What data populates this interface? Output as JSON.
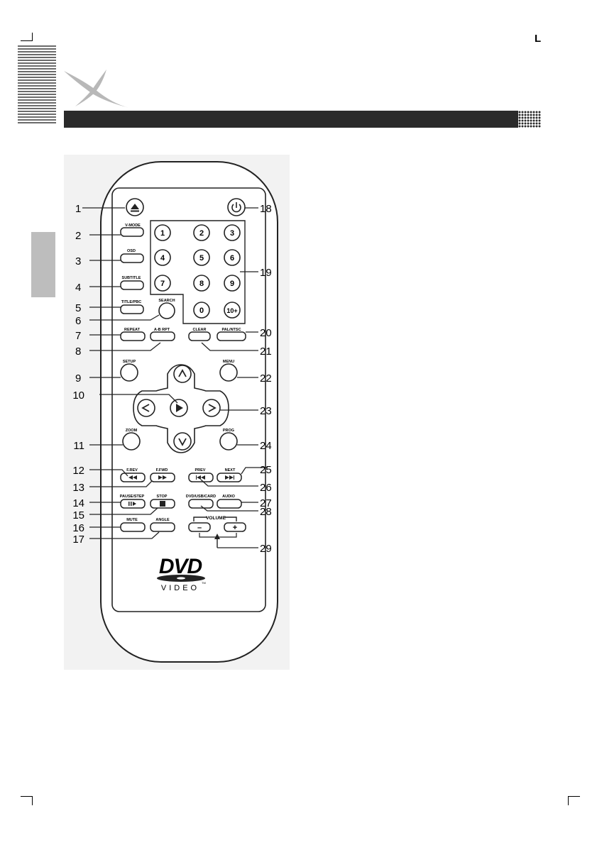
{
  "header": {
    "corner_mark": "L",
    "brand_logo": "X"
  },
  "remote": {
    "buttons": {
      "vmode": "V-MODE",
      "osd": "OSD",
      "subtitle": "SUBTITLE",
      "title_pbc": "TITLE/PBC",
      "search": "SEARCH",
      "repeat": "REPEAT",
      "ab_rpt": "A-B RPT",
      "clear": "CLEAR",
      "pal_ntsc": "PAL/NTSC",
      "setup": "SETUP",
      "menu": "MENU",
      "zoom": "ZOOM",
      "prog": "PROG",
      "frev": "F.REV",
      "ffwd": "F.FWD",
      "prev": "PREV",
      "next": "NEXT",
      "pause_step": "PAUSE/STEP",
      "stop": "STOP",
      "dvd_usb_card": "DVD/USB/CARD",
      "audio": "AUDIO",
      "mute": "MUTE",
      "angle": "ANGLE",
      "volume": "VOLUME",
      "vol_minus": "–",
      "vol_plus": "+"
    },
    "numpad": [
      "1",
      "2",
      "3",
      "4",
      "5",
      "6",
      "7",
      "8",
      "9",
      "0",
      "10+"
    ],
    "logo": {
      "dvd": "DVD",
      "video": "VIDEO",
      "tm": "TM"
    }
  },
  "callouts": {
    "left": [
      "1",
      "2",
      "3",
      "4",
      "5",
      "6",
      "7",
      "8",
      "9",
      "10",
      "11",
      "12",
      "13",
      "14",
      "15",
      "16",
      "17"
    ],
    "right": [
      "18",
      "19",
      "20",
      "21",
      "22",
      "23",
      "24",
      "25",
      "26",
      "27",
      "28",
      "29"
    ]
  }
}
